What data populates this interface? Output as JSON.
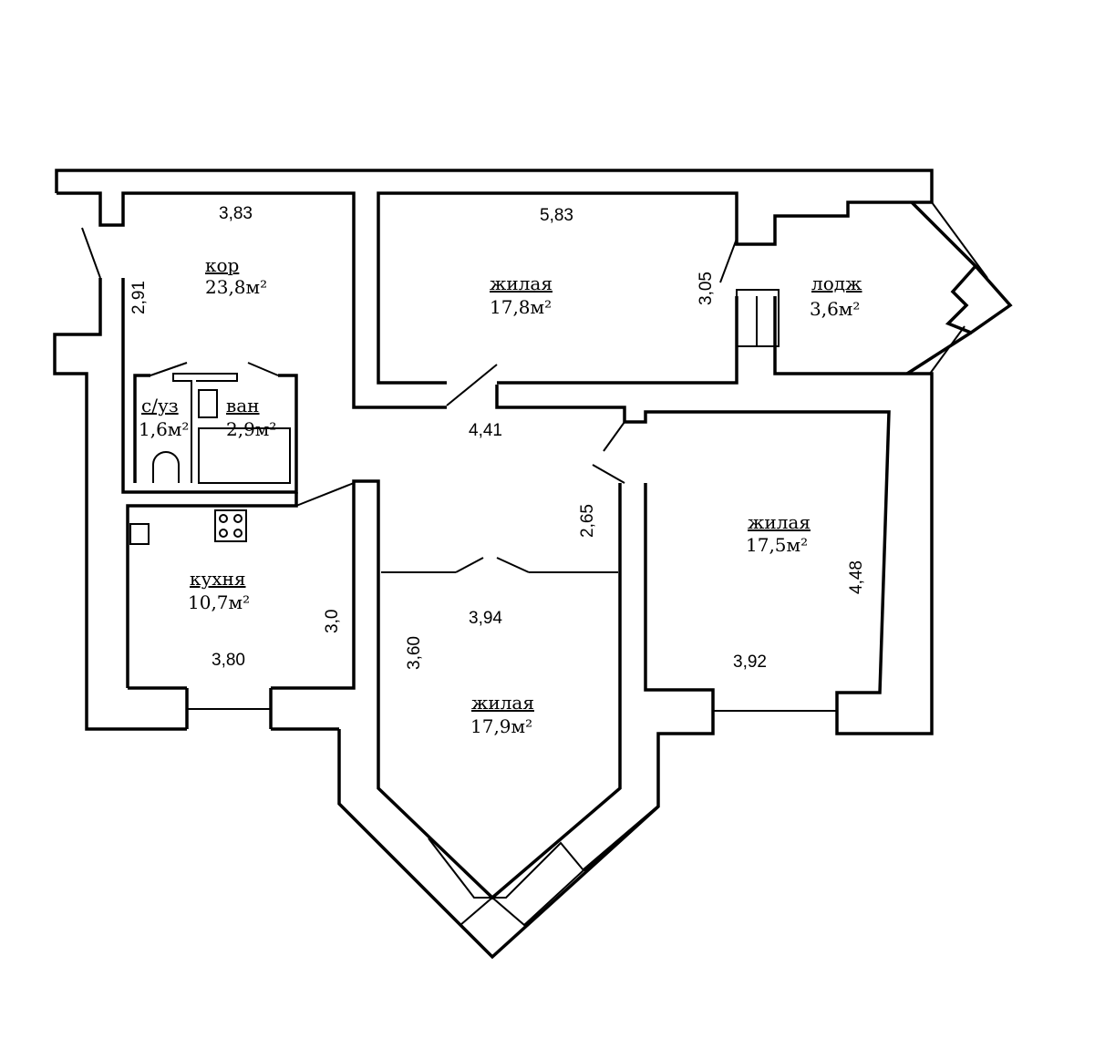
{
  "rooms": {
    "corridor": {
      "name": "кор",
      "area": "23,8м²"
    },
    "living_top": {
      "name": "жилая",
      "area": "17,8м²"
    },
    "loggia": {
      "name": "лодж",
      "area": "3,6м²"
    },
    "wc": {
      "name": "с/уз",
      "area": "1,6м²"
    },
    "bath": {
      "name": "ван",
      "area": "2,9м²"
    },
    "kitchen": {
      "name": "кухня",
      "area": "10,7м²"
    },
    "living_bottom": {
      "name": "жилая",
      "area": "17,9м²"
    },
    "living_right": {
      "name": "жилая",
      "area": "17,5м²"
    }
  },
  "dimensions": {
    "corridor_width": "3,83",
    "corridor_depth": "2,91",
    "living_top_width": "5,83",
    "living_top_depth": "3,05",
    "hall_width": "4,41",
    "hall_depth": "2,65",
    "kitchen_depth": "3,0",
    "kitchen_width": "3,80",
    "living_bottom_width": "3,94",
    "living_bottom_depth": "3,60",
    "living_right_depth": "4,48",
    "living_right_width": "3,92"
  }
}
